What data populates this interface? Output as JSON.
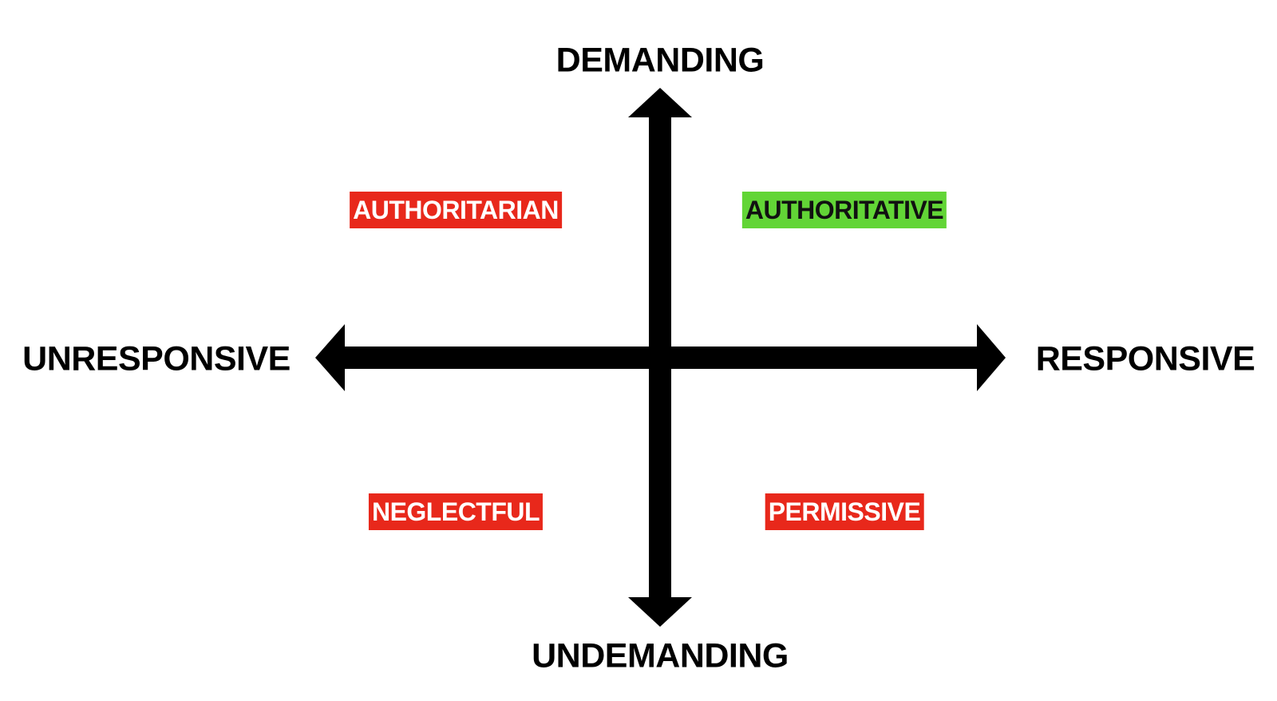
{
  "axes": {
    "top": "DEMANDING",
    "bottom": "UNDEMANDING",
    "left": "UNRESPONSIVE",
    "right": "RESPONSIVE"
  },
  "quadrants": {
    "top_left": {
      "label": "AUTHORITARIAN",
      "bg": "#e8281b",
      "fg": "#ffffff"
    },
    "top_right": {
      "label": "AUTHORITATIVE",
      "bg": "#62d536",
      "fg": "#111111"
    },
    "bottom_left": {
      "label": "NEGLECTFUL",
      "bg": "#e8281b",
      "fg": "#ffffff"
    },
    "bottom_right": {
      "label": "PERMISSIVE",
      "bg": "#e8281b",
      "fg": "#ffffff"
    }
  },
  "colors": {
    "axis": "#000000",
    "background": "#ffffff"
  }
}
